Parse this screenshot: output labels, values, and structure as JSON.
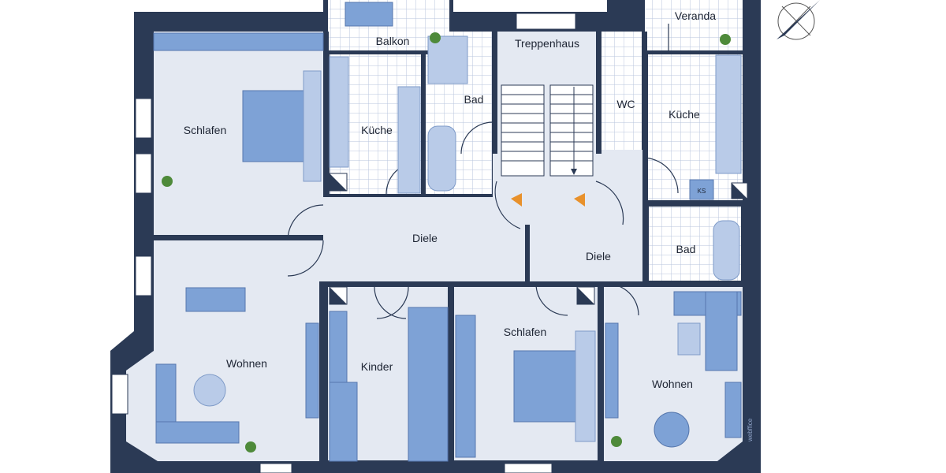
{
  "plan": {
    "rooms": [
      {
        "id": "schlafen-1",
        "label": "Schlafen"
      },
      {
        "id": "balkon",
        "label": "Balkon"
      },
      {
        "id": "kueche-1",
        "label": "Küche"
      },
      {
        "id": "bad-1",
        "label": "Bad"
      },
      {
        "id": "treppenhaus",
        "label": "Treppenhaus"
      },
      {
        "id": "wc",
        "label": "WC"
      },
      {
        "id": "veranda",
        "label": "Veranda"
      },
      {
        "id": "kueche-2",
        "label": "Küche"
      },
      {
        "id": "bad-2",
        "label": "Bad"
      },
      {
        "id": "diele-1",
        "label": "Diele"
      },
      {
        "id": "diele-2",
        "label": "Diele"
      },
      {
        "id": "wohnen-1",
        "label": "Wohnen"
      },
      {
        "id": "kinder",
        "label": "Kinder"
      },
      {
        "id": "schlafen-2",
        "label": "Schlafen"
      },
      {
        "id": "wohnen-2",
        "label": "Wohnen"
      }
    ],
    "fridge_label": "KS",
    "logo_text": "webffice",
    "colors": {
      "wall": "#2b3a55",
      "floor": "#e4e9f2",
      "furniture": "#7ea2d6",
      "accent": "#e8912c"
    },
    "icons": [
      "compass-icon",
      "plant-icon",
      "chimney-icon",
      "stair-arrow-icon"
    ]
  }
}
